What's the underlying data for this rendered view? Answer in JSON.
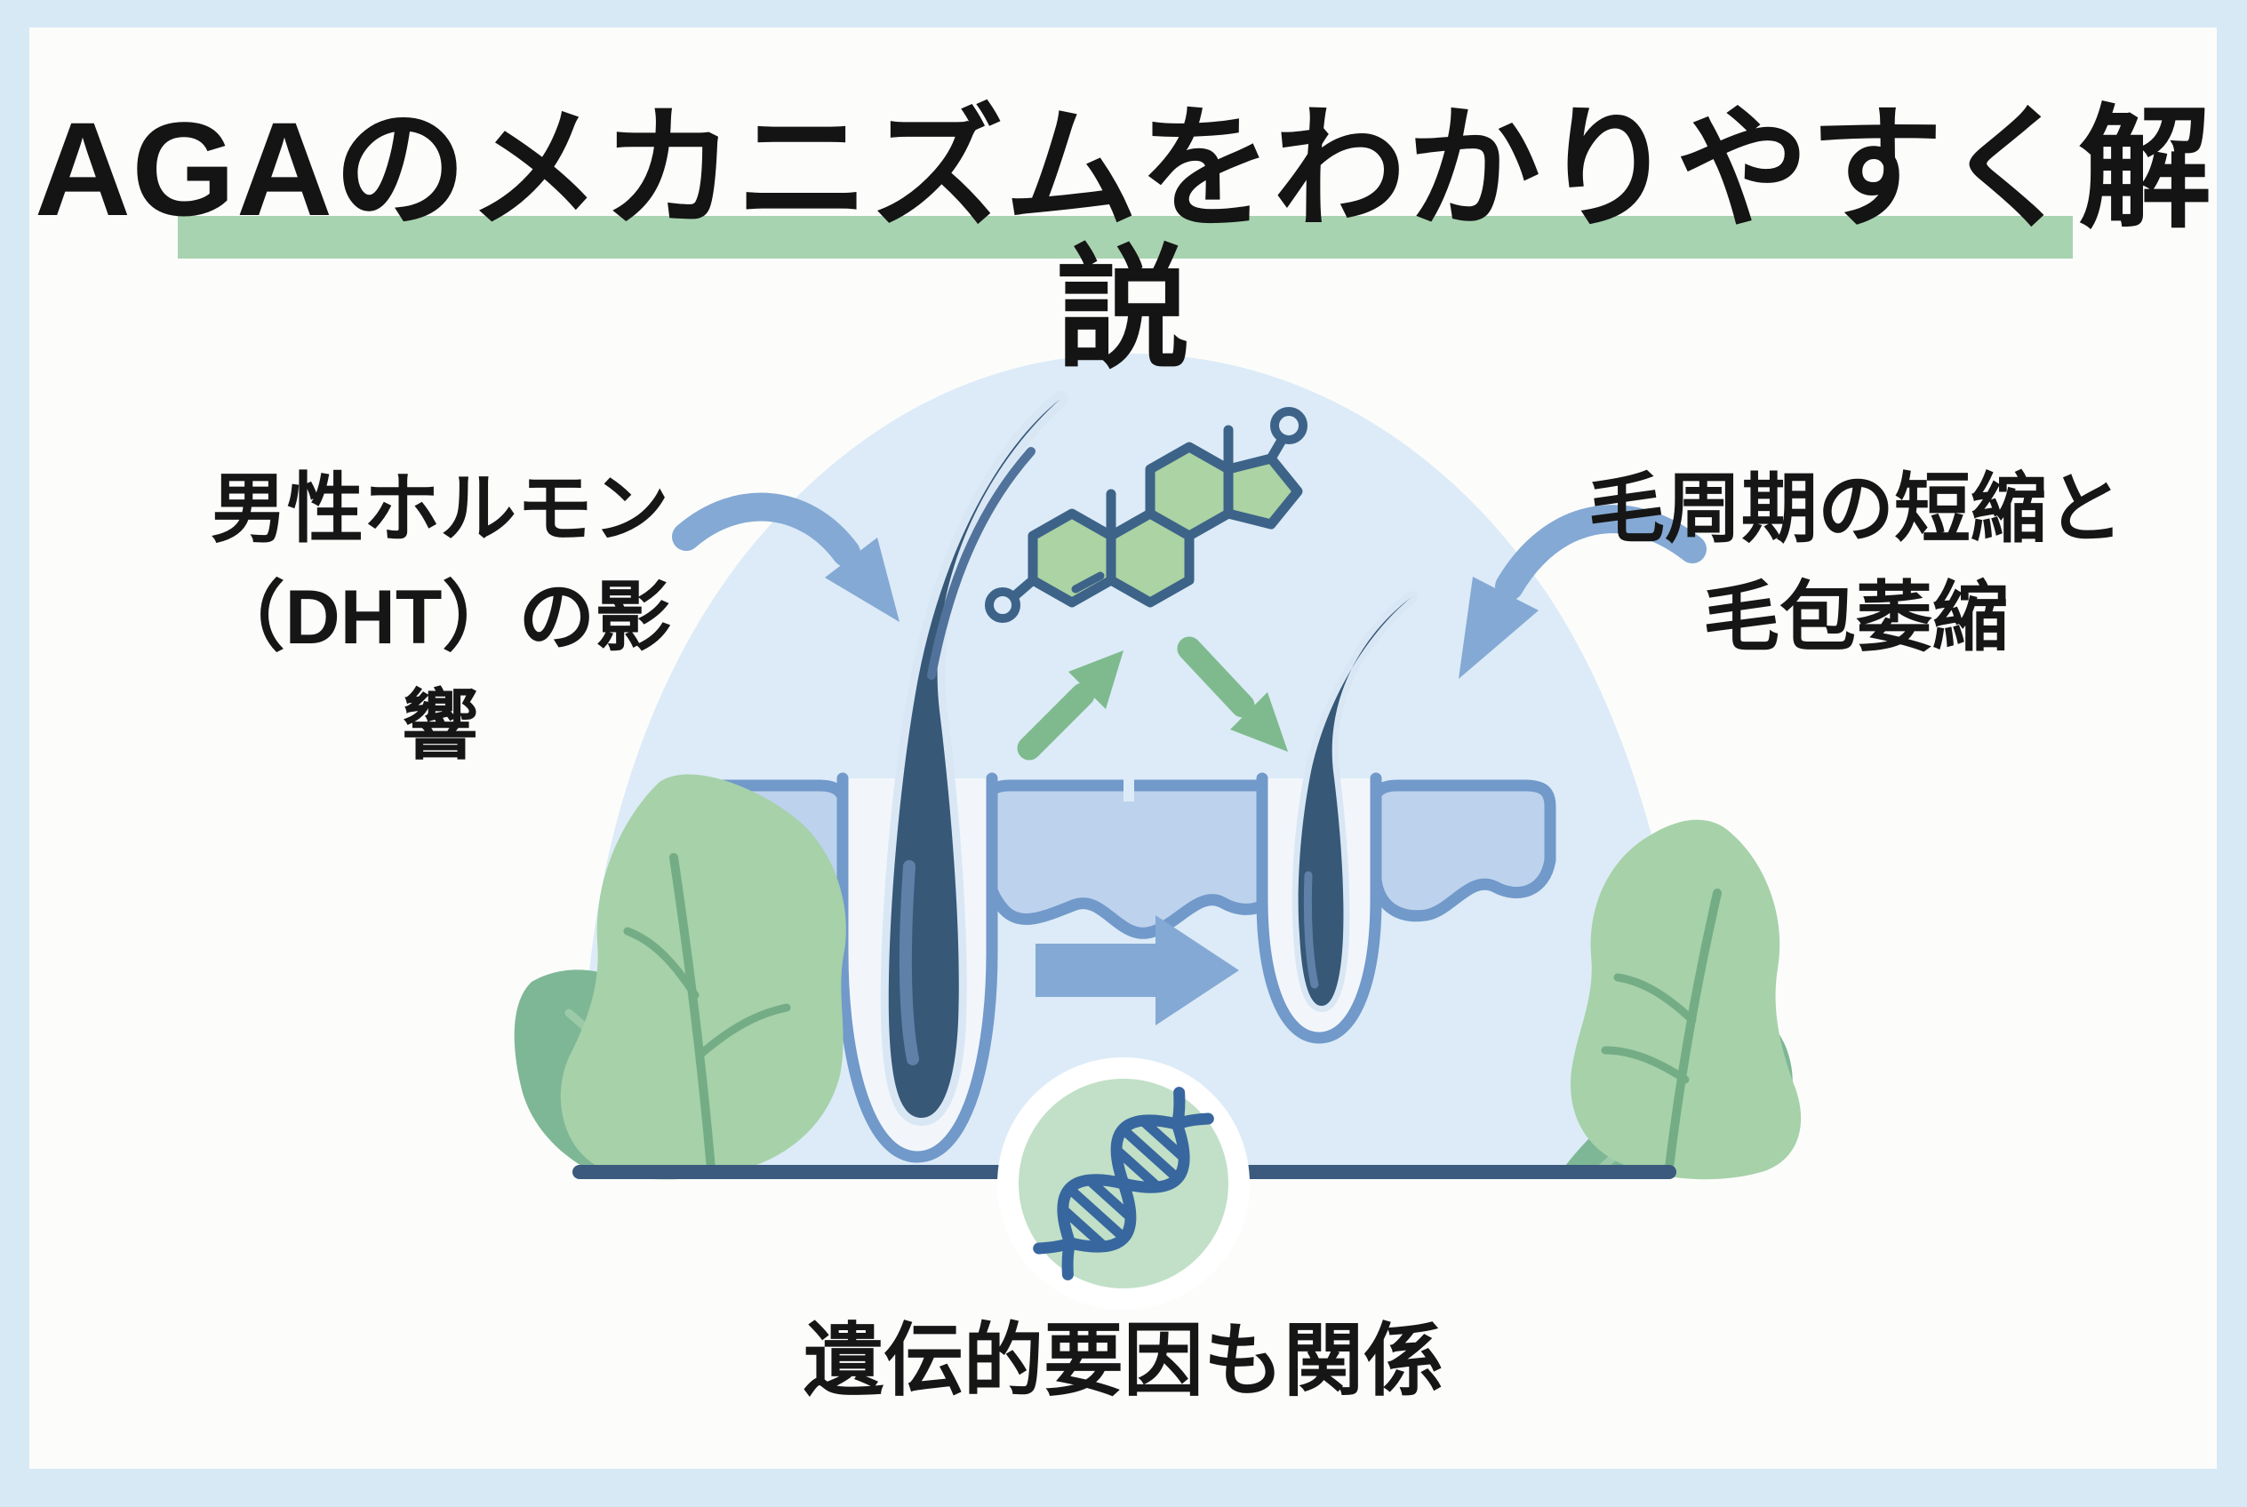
{
  "title": {
    "text": "AGAのメカニズムをわかりやすく解説"
  },
  "labels": {
    "dht": {
      "line1": "男性ホルモン",
      "line2": "（DHT）の影響"
    },
    "cycle": {
      "line1": "毛周期の短縮と",
      "line2": "毛包萎縮"
    },
    "genetics": {
      "text": "遺伝的要因も関係"
    }
  },
  "illustration": {
    "scene": "scalp-cross-section-before-after",
    "elements": [
      "healthy-hair-follicle",
      "miniaturized-hair-follicle",
      "dht-molecule-icon",
      "dna-genetics-badge",
      "progression-arrow",
      "curved-influence-arrows",
      "green-reaction-arrows",
      "decorative-leaves",
      "ground-line"
    ]
  },
  "colors": {
    "page_border": "#d8e9f6",
    "card": "#fcfdfb",
    "title_text": "#141414",
    "title_highlight": "#a8d3b0",
    "dome": "#dcebf7",
    "skin_fill": "#bdd2ec",
    "skin_outline": "#7199ca",
    "follicle_interior": "#f2f6fb",
    "hair": "#375877",
    "hair_highlight": "#5f81a8",
    "blue_arrow": "#84a9d4",
    "green_arrow": "#7eba8e",
    "molecule_fill": "#abd3a3",
    "molecule_outline": "#3d6389",
    "leaf_light": "#a6d1a9",
    "leaf_light_vein": "#74ad85",
    "leaf_dark": "#7eb795",
    "leaf_dark_vein": "#9ccaa8",
    "dna_circle": "#c1e0c7",
    "dna_strand": "#38679f",
    "ground_line": "#3b5a7e"
  }
}
